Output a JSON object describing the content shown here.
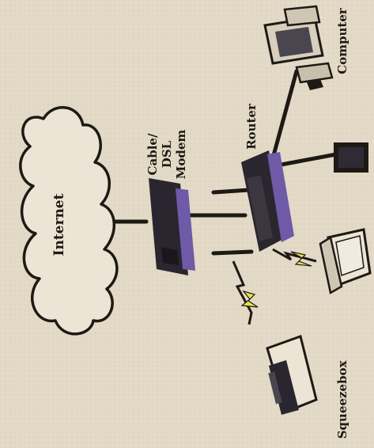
{
  "labels": {
    "internet": "Internet",
    "modem_line1": "Cable/",
    "modem_line2": "DSL",
    "modem_line3": "Modem",
    "router": "Router",
    "computer": "Computer",
    "squeezebox": "Squeezebox"
  },
  "colors": {
    "paper": "#e2d9c6",
    "ink": "#1d1a14",
    "device_purple": "#6e5aa6",
    "device_dark": "#2a2630",
    "lightning": "#e8e24a"
  }
}
